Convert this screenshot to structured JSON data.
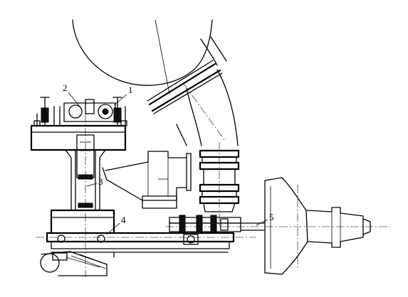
{
  "labels": {
    "part_1": "1",
    "part_2": "2",
    "part_3": "3",
    "part_4": "4",
    "part_5": "5"
  }
}
